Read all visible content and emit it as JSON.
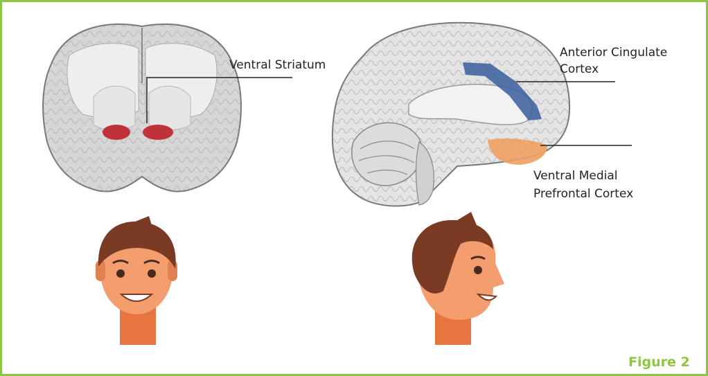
{
  "figure": {
    "label": "Figure 2",
    "accent_color": "#8dc641"
  },
  "coronal_section": {
    "label": "Ventral Striatum",
    "highlight_color": "#c0323a"
  },
  "sagittal_section": {
    "label_top_line1": "Anterior Cingulate",
    "label_top_line2": "Cortex",
    "label_bottom_line1": "Ventral Medial",
    "label_bottom_line2": "Prefrontal Cortex",
    "acc_color": "#3a5f9e",
    "vmpfc_color": "#f0a060"
  },
  "faces": {
    "front_face": "front-face",
    "side_face": "profile-face"
  }
}
